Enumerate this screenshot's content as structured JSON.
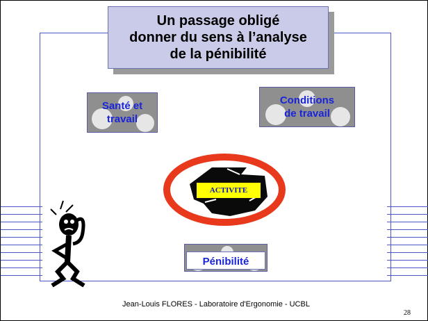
{
  "slide": {
    "title_lines": [
      "Un passage obligé",
      "donner du sens à l’analyse",
      "de la pénibilité"
    ],
    "box_sante": [
      "Santé et",
      "travail"
    ],
    "box_conditions": [
      "Conditions",
      "de travail"
    ],
    "center_label": "ACTIVITE",
    "box_penibilite": "Pénibilité",
    "footer": "Jean-Louis FLORES - Laboratoire d'Ergonomie - UCBL",
    "page_number": "28"
  },
  "icons": [
    "gear-icon",
    "activity-cycle-icon",
    "confused-stick-figure-icon"
  ],
  "colors": {
    "frame": "#4a56c6",
    "title_bg": "#c9cbe8",
    "label_text": "#1a24d8",
    "activity_ring": "#e8391d",
    "activity_label_bg": "#ffff00"
  }
}
